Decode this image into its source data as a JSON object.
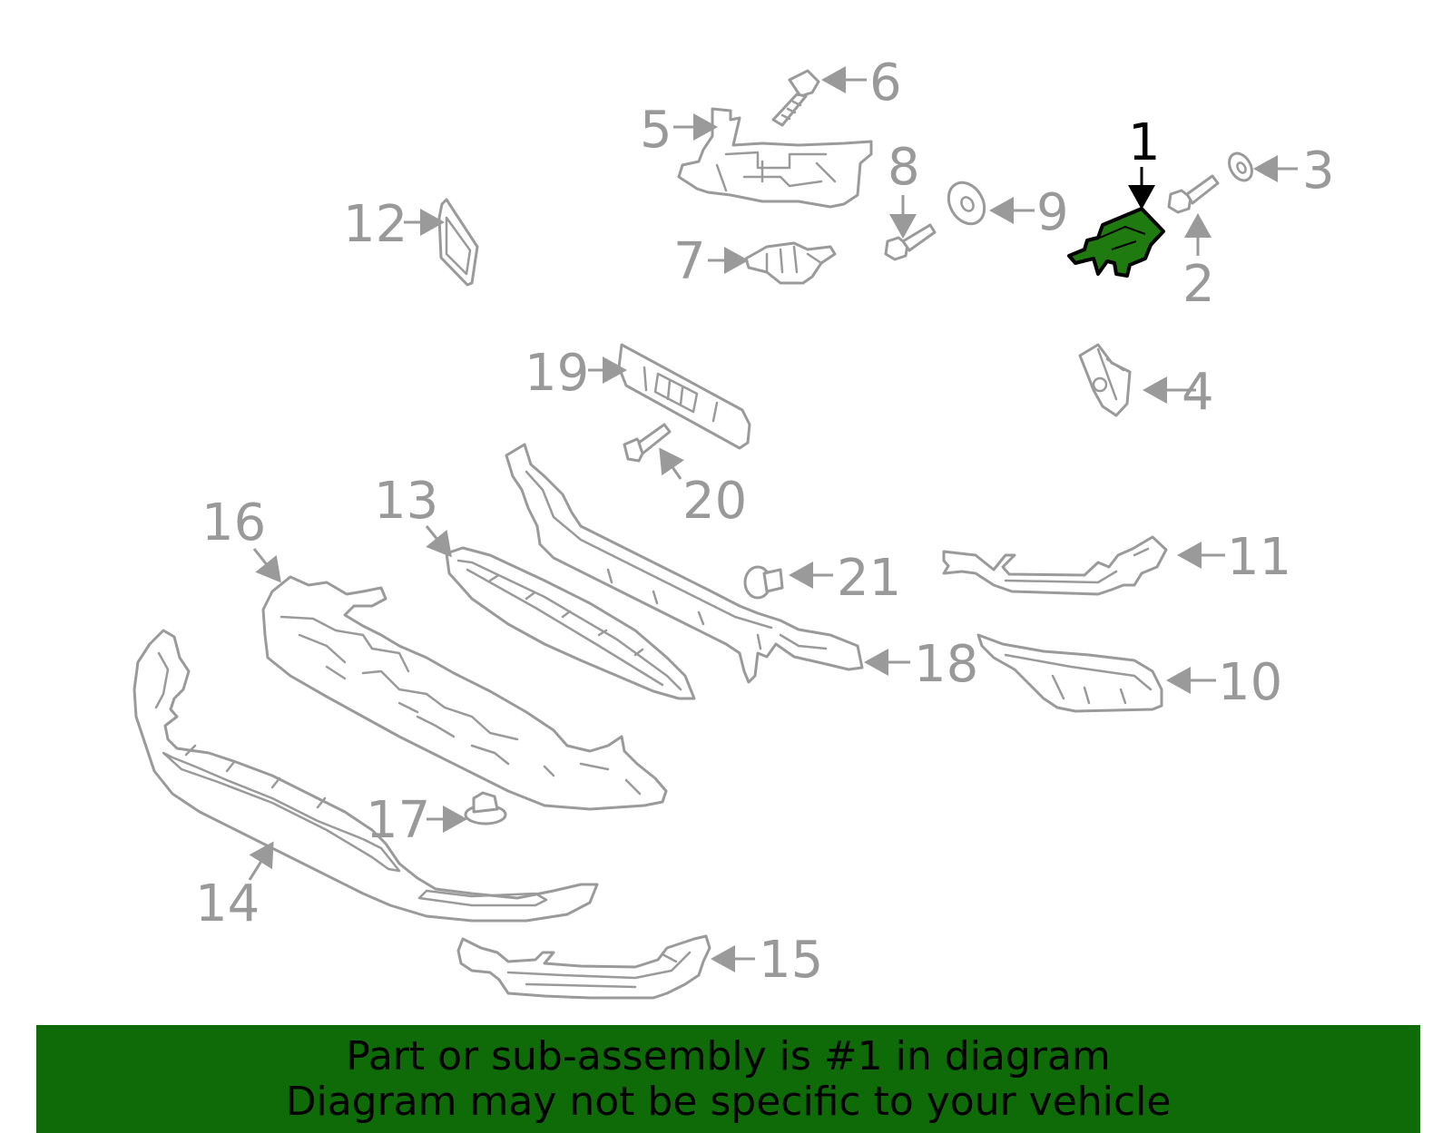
{
  "callouts": {
    "c1": "1",
    "c2": "2",
    "c3": "3",
    "c4": "4",
    "c5": "5",
    "c6": "6",
    "c7": "7",
    "c8": "8",
    "c9": "9",
    "c10": "10",
    "c11": "11",
    "c12": "12",
    "c13": "13",
    "c14": "14",
    "c15": "15",
    "c16": "16",
    "c17": "17",
    "c18": "18",
    "c19": "19",
    "c20": "20",
    "c21": "21"
  },
  "highlighted_part": "1",
  "colors": {
    "highlight": "#1f7a0f",
    "banner": "#0f6a08",
    "line": "#9a9a9a"
  },
  "banner": {
    "line1": "Part or sub-assembly is #1 in diagram",
    "line2": "Diagram may not be specific to your vehicle"
  }
}
